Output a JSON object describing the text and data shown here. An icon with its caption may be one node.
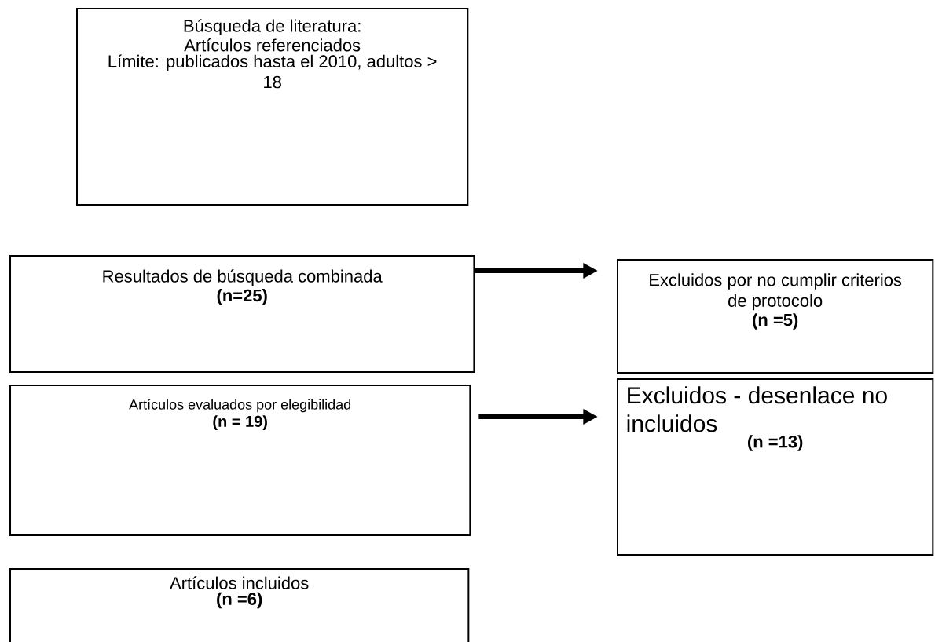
{
  "diagram": {
    "nodes": [
      {
        "text": [
          "Búsqueda de literatura:",
          "Artículos referenciados",
          "Límite: publicados hasta el 2010, adultos > 18"
        ]
      },
      {
        "text": [
          "Resultados de búsqueda combinada",
          "(n=25)"
        ]
      },
      {
        "text": [
          "Excluidos por no cumplir criterios de protocolo",
          "(n =5)"
        ]
      },
      {
        "text": [
          "Artículos evaluados por elegibilidad",
          "(n = 19)"
        ]
      },
      {
        "text": [
          "Excluidos - desenlace no incluidos",
          "(n =13)"
        ]
      },
      {
        "text": [
          "Artículos incluidos",
          "(n =6)"
        ]
      }
    ],
    "edges": [
      {
        "from": 1,
        "to": 2,
        "arrow": "to"
      },
      {
        "from": 3,
        "to": 4,
        "arrow": "to"
      }
    ]
  }
}
